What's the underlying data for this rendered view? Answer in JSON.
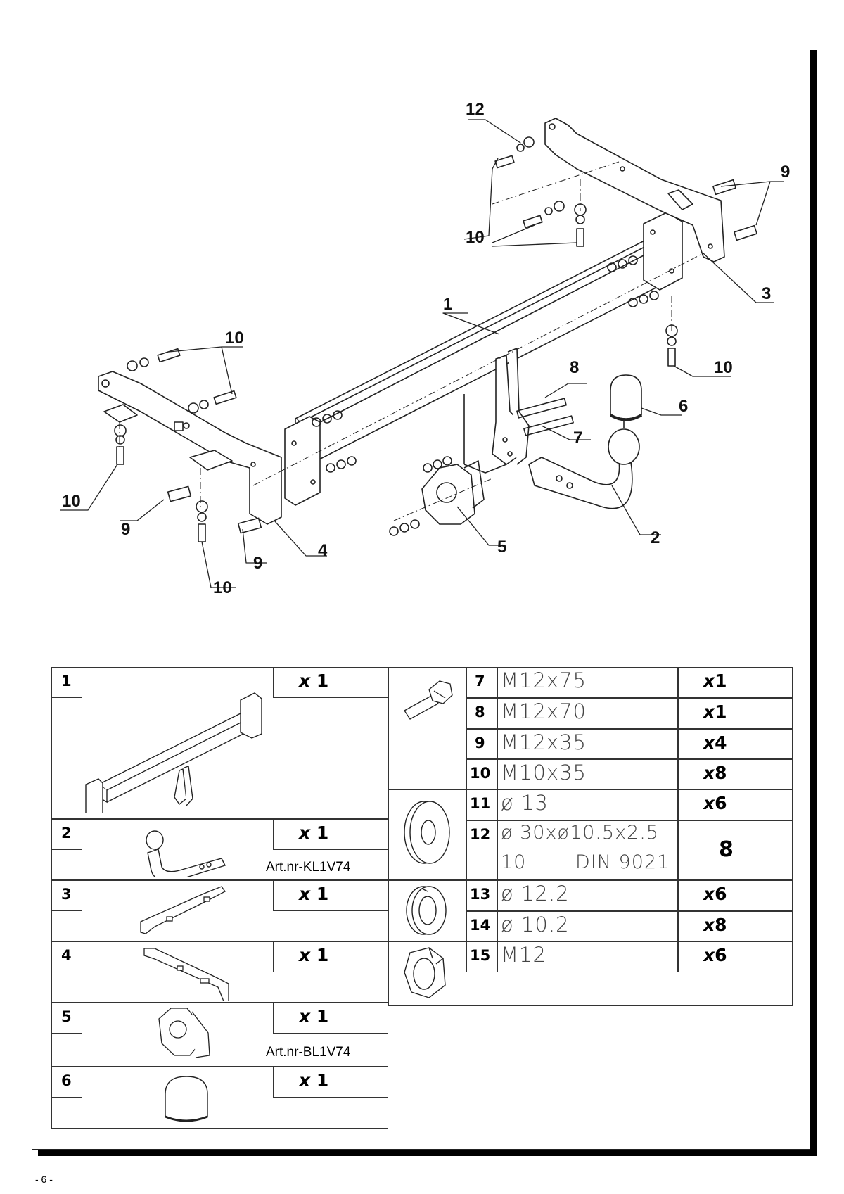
{
  "callouts": {
    "c1": "1",
    "c2": "2",
    "c3": "3",
    "c4": "4",
    "c5": "5",
    "c6": "6",
    "c7": "7",
    "c8": "8",
    "c9a": "9",
    "c9b": "9",
    "c9c": "9",
    "c10a": "10",
    "c10b": "10",
    "c10c": "10",
    "c10d": "10",
    "c10e": "10",
    "c12": "12"
  },
  "parts_left": [
    {
      "num": "1",
      "qty_prefix": "x",
      "qty": "1",
      "art": ""
    },
    {
      "num": "2",
      "qty_prefix": "x",
      "qty": "1",
      "art": "Art.nr-KL1V74"
    },
    {
      "num": "3",
      "qty_prefix": "x",
      "qty": "1",
      "art": ""
    },
    {
      "num": "4",
      "qty_prefix": "x",
      "qty": "1",
      "art": ""
    },
    {
      "num": "5",
      "qty_prefix": "x",
      "qty": "1",
      "art": "Art.nr-BL1V74"
    },
    {
      "num": "6",
      "qty_prefix": "x",
      "qty": "1",
      "art": ""
    }
  ],
  "parts_right": [
    {
      "num": "7",
      "spec": "M12x75",
      "qty_prefix": "x",
      "qty": "1"
    },
    {
      "num": "8",
      "spec": "M12x70",
      "qty_prefix": "x",
      "qty": "1"
    },
    {
      "num": "9",
      "spec": "M12x35",
      "qty_prefix": "x",
      "qty": "4"
    },
    {
      "num": "10",
      "spec": "M10x35",
      "qty_prefix": "x",
      "qty": "8"
    },
    {
      "num": "11",
      "spec": "ø 13",
      "qty_prefix": "x",
      "qty": "6"
    },
    {
      "num": "12",
      "spec": "ø 30xø10.5x2.5",
      "spec2a": "10",
      "spec2b": "DIN 9021",
      "qty_prefix": "",
      "qty": "8"
    },
    {
      "num": "13",
      "spec": "ø 12.2",
      "qty_prefix": "x",
      "qty": "6"
    },
    {
      "num": "14",
      "spec": "ø 10.2",
      "qty_prefix": "x",
      "qty": "8"
    },
    {
      "num": "15",
      "spec": "M12",
      "qty_prefix": "x",
      "qty": "6"
    }
  ],
  "footer": "- 6 -"
}
